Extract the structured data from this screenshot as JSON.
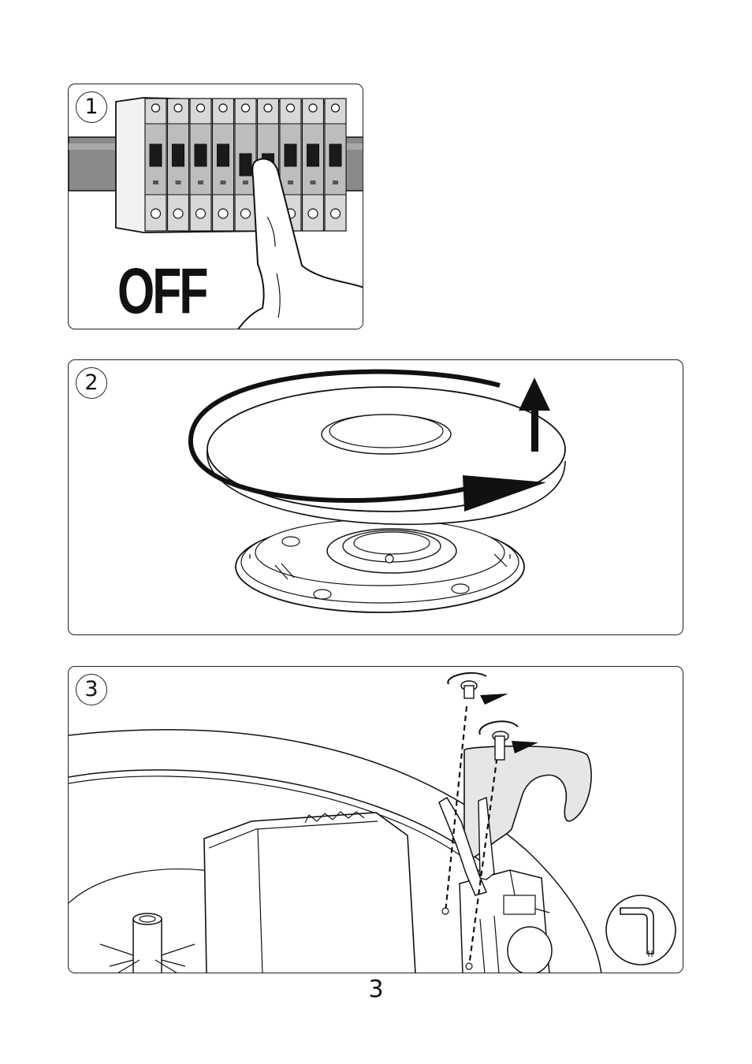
{
  "steps": [
    {
      "number": "1",
      "label": "OFF",
      "icon": "circuit-breaker-off-icon"
    },
    {
      "number": "2",
      "icon": "rotate-and-lift-cover-icon"
    },
    {
      "number": "3",
      "icon": "remove-screws-icon",
      "tool_icon": "allen-key-icon"
    }
  ],
  "page_number": "3",
  "colors": {
    "line": "#111111",
    "fill_light": "#e6e6e6",
    "fill_mid": "#b5b5b5",
    "fill_dark": "#8a8a8a"
  }
}
